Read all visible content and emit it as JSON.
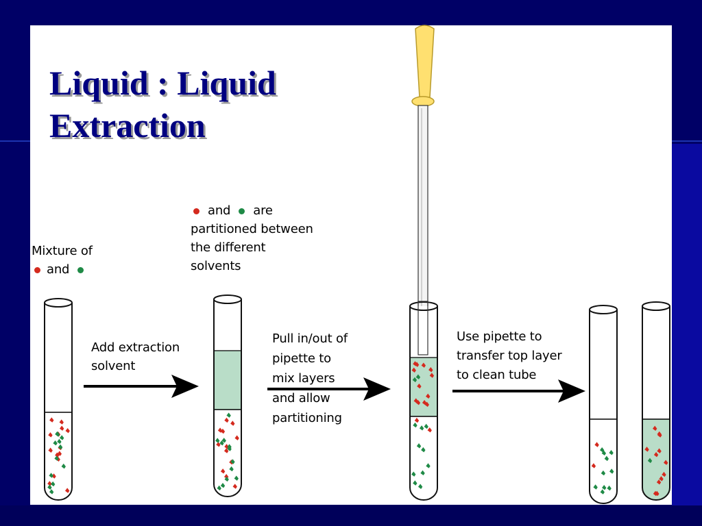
{
  "slide": {
    "title_line1": "Liquid : Liquid",
    "title_line2": "Extraction"
  },
  "labels": {
    "mixture": {
      "line1": "Mixture of",
      "and": "and"
    },
    "partition": {
      "and": "and",
      "are": "are",
      "line2": "partitioned between",
      "line3": "the different",
      "line4": "solvents"
    },
    "step1": {
      "line1": "Add extraction",
      "line2": "solvent"
    },
    "step2": {
      "line1": "Pull in/out of",
      "line2": "pipette to",
      "line3": "mix layers",
      "line4": "and allow",
      "line5": "partitioning"
    },
    "step3": {
      "line1": "Use pipette to",
      "line2": "transfer top layer",
      "line3": "to clean tube"
    }
  },
  "icons": {
    "red_particle": "red-particle-icon",
    "green_particle": "green-particle-icon",
    "pipette": "pipette-icon",
    "arrow": "arrow-right-icon"
  },
  "colors": {
    "slide_background": "#000066",
    "title": "#000080",
    "panel": "#ffffff",
    "red_particle": "#d42a1e",
    "green_particle": "#1f8a46",
    "solvent_layer": "#b9ddc8",
    "pipette_bulb": "#ffe070"
  }
}
